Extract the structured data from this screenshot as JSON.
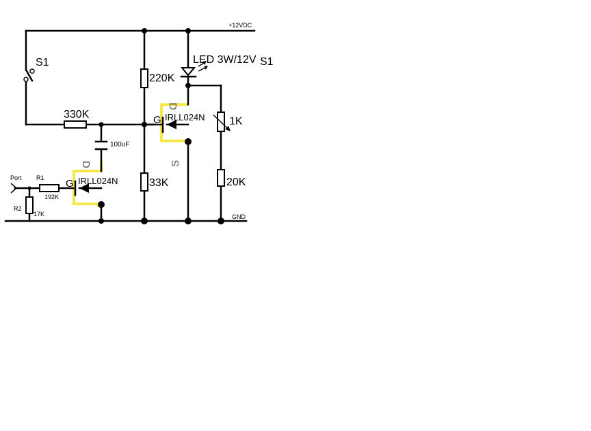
{
  "labels": {
    "supply": "+12VDC",
    "ground": "GND",
    "switch": "S1",
    "switch_top_right": "S1",
    "led": "LED 3W/12V",
    "r_220k": "220K",
    "r_330k": "330K",
    "r_33k": "33K",
    "r_20k": "20K",
    "pot_1k": "1K",
    "cap": "100uF",
    "mosfet_upper": "IRLL024N",
    "mosfet_lower": "IRLL024N",
    "gate_upper": "G",
    "gate_lower": "G",
    "drain_upper": "D",
    "drain_lower": "D",
    "source_upper": "S",
    "port": "Port",
    "r1": "R1",
    "r1_value": "192K",
    "r2": "R2",
    "r2_value": "17K"
  },
  "colors": {
    "wire": "#000000",
    "highlight": "#f4e84a",
    "background": "#ffffff"
  }
}
